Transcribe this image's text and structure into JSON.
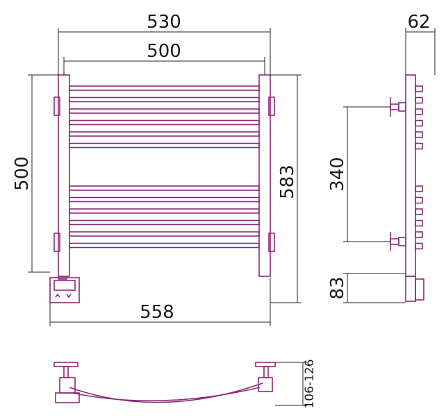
{
  "drawing": {
    "colors": {
      "outline": "#8a2a78",
      "dimension": "#222222",
      "background": "#ffffff"
    },
    "front_view": {
      "dimensions": {
        "overall_width_top": "530",
        "inner_width": "500",
        "overall_width_bottom": "558",
        "height_left": "500",
        "height_right": "583"
      },
      "rails_upper_count": 6,
      "rails_lower_count": 6
    },
    "side_view": {
      "dimensions": {
        "depth": "62",
        "mount_spacing": "340",
        "heater_height": "83"
      },
      "stubs_count": 12
    },
    "top_view": {
      "dimensions": {
        "wall_distance": "106-126"
      }
    }
  }
}
